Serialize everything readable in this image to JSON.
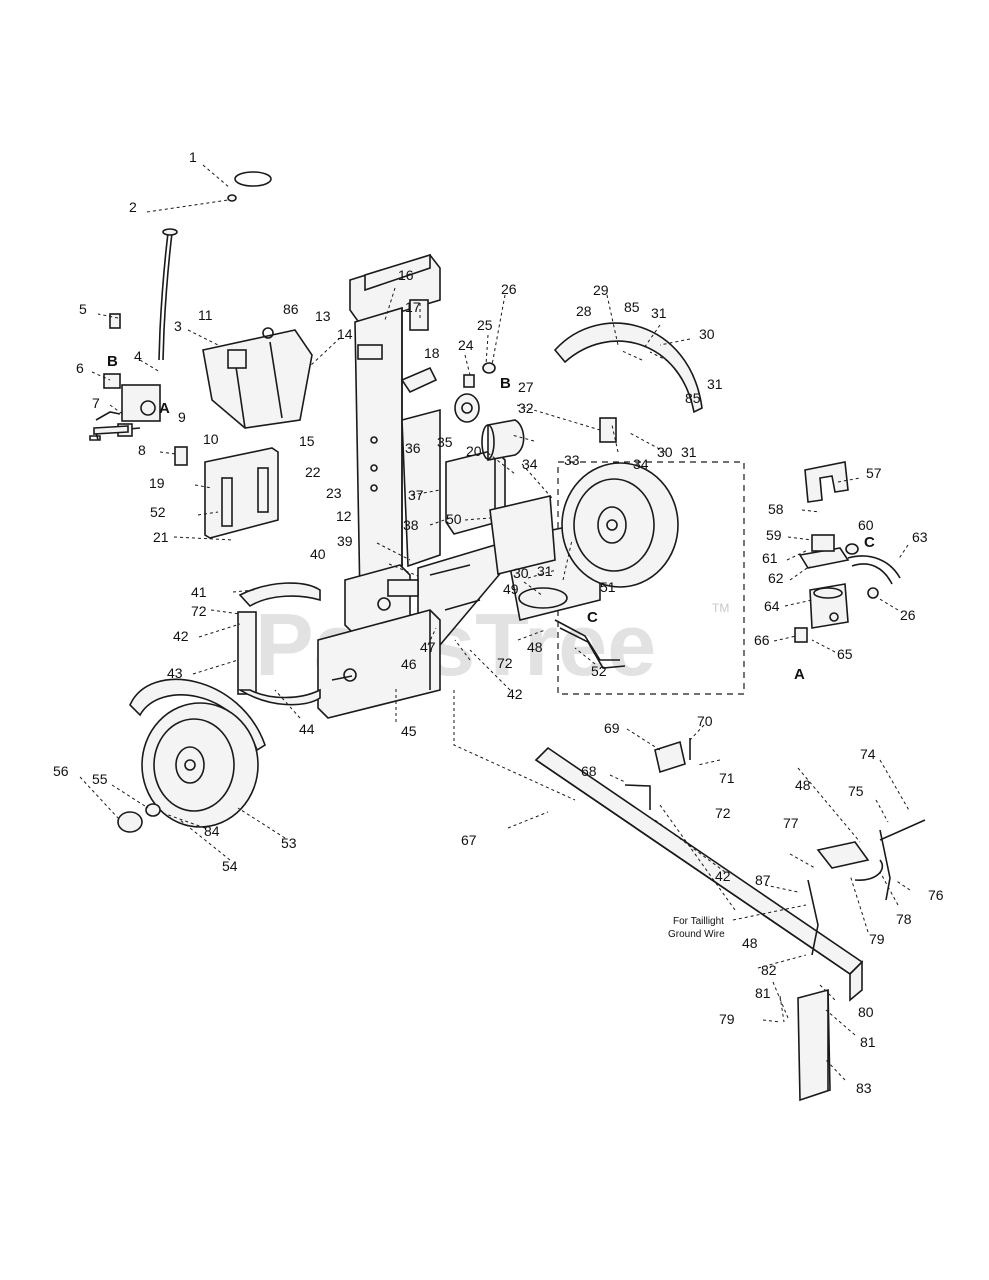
{
  "watermark": {
    "text": "PartsTree",
    "tm": "TM"
  },
  "section_letters": {
    "a_left": "A",
    "b_left": "B",
    "b_filter": "B",
    "c_center": "C",
    "c_detail": "C",
    "a_detail": "A"
  },
  "note": {
    "line1": "For Taillight",
    "line2": "Ground Wire"
  },
  "callouts": [
    "1",
    "2",
    "3",
    "11",
    "86",
    "13",
    "14",
    "16",
    "17",
    "26",
    "25",
    "24",
    "28",
    "29",
    "85",
    "31",
    "30",
    "5",
    "4",
    "6",
    "7",
    "9",
    "10",
    "15",
    "18",
    "27",
    "32",
    "31",
    "85",
    "8",
    "22",
    "23",
    "35",
    "20",
    "34",
    "33",
    "30",
    "34",
    "31",
    "19",
    "52",
    "12",
    "37",
    "50",
    "38",
    "21",
    "36",
    "57",
    "58",
    "59",
    "60",
    "61",
    "62",
    "63",
    "40",
    "39",
    "30",
    "31",
    "49",
    "51",
    "41",
    "72",
    "42",
    "47",
    "48",
    "64",
    "26",
    "66",
    "65",
    "43",
    "46",
    "72",
    "42",
    "52",
    "44",
    "45",
    "69",
    "70",
    "68",
    "71",
    "48",
    "74",
    "75",
    "72",
    "42",
    "77",
    "56",
    "55",
    "84",
    "53",
    "54",
    "67",
    "87",
    "76",
    "78",
    "79",
    "48",
    "82",
    "81",
    "79",
    "80",
    "81",
    "83"
  ]
}
